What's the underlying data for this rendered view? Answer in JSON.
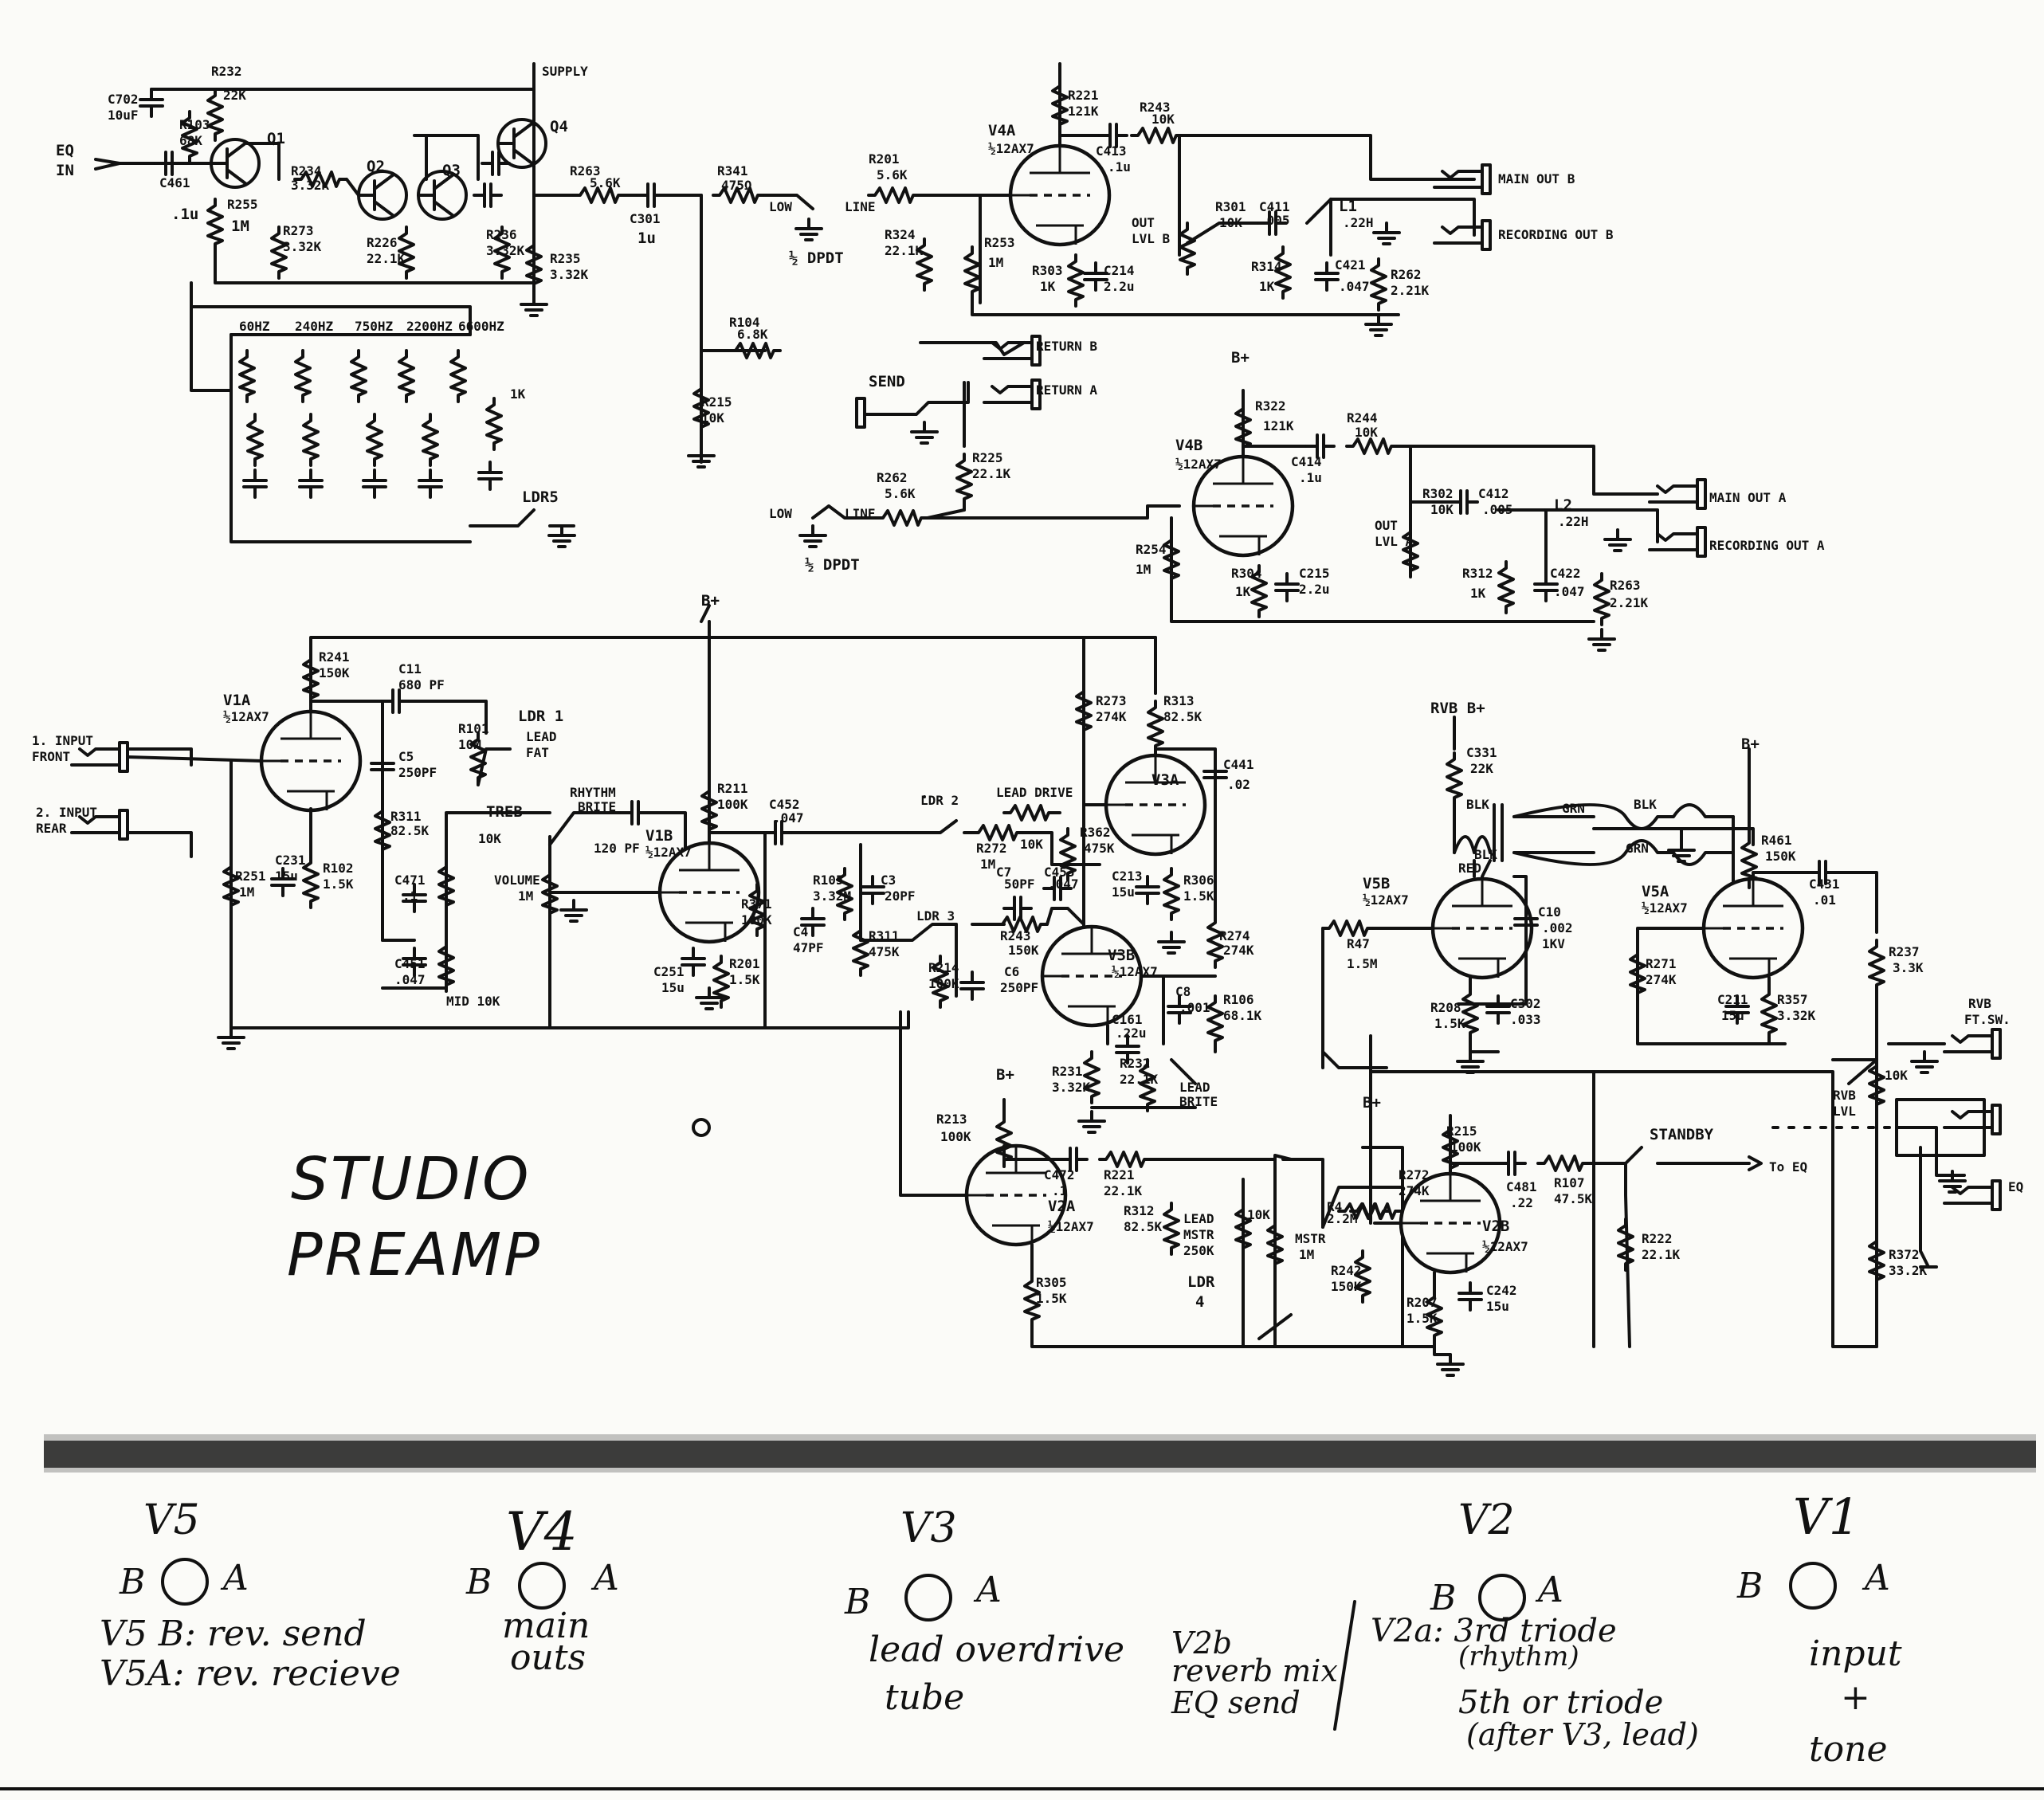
{
  "title_lines": [
    "STUDIO",
    "PREAMP"
  ],
  "top_labels": {
    "eq_in": [
      "EQ",
      "IN"
    ],
    "v4a": [
      "V4A",
      "½12AX7"
    ],
    "v4b": [
      "V4B",
      "½12AX7"
    ],
    "v1a": [
      "V1A",
      "½12AX7"
    ],
    "v1b": [
      "V1B",
      "½12AX7"
    ],
    "v3a": "V3A",
    "v3b": [
      "V3B",
      "½12AX7"
    ],
    "v2a": [
      "V2A",
      "½12AX7"
    ],
    "v2b": [
      "V2B",
      "½12AX7"
    ],
    "v5a": [
      "V5A",
      "½12AX7"
    ],
    "v5b": [
      "V5B",
      "½12AX7"
    ]
  },
  "transistors": [
    "Q1",
    "Q2",
    "Q3",
    "Q4"
  ],
  "jacks": {
    "main_out_b": "MAIN OUT B",
    "recording_out_b": "RECORDING OUT B",
    "main_out_a": "MAIN OUT A",
    "recording_out_a": "RECORDING OUT A",
    "return_b": "RETURN B",
    "return_a": "RETURN A",
    "send": "SEND",
    "input_front": [
      "1. INPUT",
      "FRONT"
    ],
    "input_rear": [
      "2. INPUT",
      "REAR"
    ],
    "rvb_ft_sw": [
      "RVB",
      "FT.SW."
    ],
    "fx_eq": "EQ"
  },
  "eq_bands": [
    "60HZ",
    "240HZ",
    "750HZ",
    "2200HZ",
    "6600HZ"
  ],
  "controls": {
    "treb": "TREB",
    "mid": "MID 10K",
    "volume": [
      "VOLUME",
      "1M"
    ],
    "lead_drive": "LEAD DRIVE",
    "lead_mstr": [
      "LEAD",
      "MSTR",
      "250K"
    ],
    "mstr": [
      "MSTR",
      "1M"
    ],
    "rvb_lvl": [
      "RVB",
      "LVL"
    ],
    "out_lvl_b": [
      "OUT",
      "LVL B"
    ],
    "out_lvl_a": [
      "OUT",
      "LVL A"
    ],
    "rhythm_bright": [
      "RHYTHM",
      "BRITE"
    ],
    "lead_bright": [
      "LEAD",
      "BRITE"
    ],
    "lead_fat": [
      "LEAD",
      "FAT"
    ],
    "standby": "STANDBY",
    "to_eq": "To EQ",
    "ldr1": "LDR 1",
    "ldr2": "LDR 2",
    "ldr3": "LDR 3",
    "ldr4": [
      "LDR",
      "4"
    ],
    "ldr5": "LDR5",
    "dpdt1": "½ DPDT",
    "dpdt2": "½ DPDT",
    "low": "LOW",
    "line": "LINE",
    "rvb_bplus": "RVB B+",
    "bplus": "B+",
    "supply": "SUPPLY"
  },
  "components": {
    "r232": [
      "R232",
      "22K"
    ],
    "r103": [
      "R103",
      "68K"
    ],
    "c702": [
      "C702",
      "10uF"
    ],
    "c461": [
      "C461",
      ".1u"
    ],
    "r255": [
      "R255",
      "1M"
    ],
    "r234": [
      "R234",
      "3.32K"
    ],
    "r273": [
      "R273",
      "3.32K"
    ],
    "r226": [
      "R226",
      "22.1K"
    ],
    "r236": [
      "R236",
      "3.32K"
    ],
    "r235": [
      "R235",
      "3.32K"
    ],
    "r263": [
      "R263",
      "5.6K"
    ],
    "c301": [
      "C301",
      "1u"
    ],
    "r341": [
      "R341",
      "475Ω"
    ],
    "r201": [
      "R201",
      "5.6K"
    ],
    "r324": [
      "R324",
      "22.1K"
    ],
    "r221": [
      "R221",
      "121K"
    ],
    "c413": [
      "C413",
      ".1u"
    ],
    "r243": [
      "R243",
      "10K"
    ],
    "r253": [
      "R253",
      "1M"
    ],
    "r303": [
      "R303",
      "1K"
    ],
    "c214": [
      "C214",
      "2.2u"
    ],
    "r301": [
      "R301",
      "10K"
    ],
    "c411": [
      "C411",
      ".005"
    ],
    "l1": [
      "L1",
      ".22H"
    ],
    "r314": [
      "R314",
      "1K"
    ],
    "c421": [
      "C421",
      ".047"
    ],
    "r262": [
      "R262",
      "2.21K"
    ],
    "r104": [
      "R104",
      "6.8K"
    ],
    "r215": [
      "R215",
      "10K"
    ],
    "r225": [
      "R225",
      "22.1K"
    ],
    "r262b": [
      "R262",
      "5.6K"
    ],
    "r322": [
      "R322",
      "121K"
    ],
    "c414": [
      "C414",
      ".1u"
    ],
    "r244": [
      "R244",
      "10K"
    ],
    "r254": [
      "R254",
      "1M"
    ],
    "r304": [
      "R304",
      "1K"
    ],
    "c215": [
      "C215",
      "2.2u"
    ],
    "r302": [
      "R302",
      "10K"
    ],
    "c412": [
      "C412",
      ".005"
    ],
    "l2": [
      "L2",
      ".22H"
    ],
    "r312": [
      "R312",
      "1K"
    ],
    "c422": [
      "C422",
      ".047"
    ],
    "r263b": [
      "R263",
      "2.21K"
    ],
    "r241": [
      "R241",
      "150K"
    ],
    "c11": [
      "C11",
      "680 PF"
    ],
    "r101": [
      "R101",
      "10M"
    ],
    "c5": [
      "C5",
      "250PF"
    ],
    "r311": [
      "R311",
      "82.5K"
    ],
    "c471": [
      "C471",
      ".1"
    ],
    "c451": [
      "C451",
      ".047"
    ],
    "r251": [
      "R251",
      "1M"
    ],
    "c231": [
      "C231",
      "15u"
    ],
    "r102": [
      "R102",
      "1.5K"
    ],
    "r211": [
      "R211",
      "100K"
    ],
    "c452": [
      "C452",
      ".047"
    ],
    "c120": [
      "120 PF"
    ],
    "c251": [
      "C251",
      "15u"
    ],
    "r201b": [
      "R201",
      "1.5K"
    ],
    "r371": [
      "R371",
      "100K"
    ],
    "r273b": [
      "R273",
      "274K"
    ],
    "r313": [
      "R313",
      "82.5K"
    ],
    "c441": [
      "C441",
      ".02"
    ],
    "r105": [
      "R105",
      "3.32M"
    ],
    "c3": [
      "C3",
      "20PF"
    ],
    "c4": [
      "C4",
      "47PF"
    ],
    "r311b": [
      "R311",
      "475K"
    ],
    "r272": [
      "R272",
      "1M"
    ],
    "r362": [
      "R362",
      "475K"
    ],
    "c213": [
      "C213",
      "15u"
    ],
    "r306": [
      "R306",
      "1.5K"
    ],
    "c7": [
      "C7",
      "50PF"
    ],
    "c453": [
      "C453",
      ".047"
    ],
    "r214": [
      "R214",
      "100K"
    ],
    "r243b": [
      "R243",
      "150K"
    ],
    "c6": [
      "C6",
      "250PF"
    ],
    "r274": [
      "R274",
      "274K"
    ],
    "c8": [
      "C8",
      ".001"
    ],
    "r106": [
      "R106",
      "68.1K"
    ],
    "c161": [
      "C161",
      ".22u"
    ],
    "r231": [
      "R231",
      "3.32K"
    ],
    "r232b": [
      "R232",
      "22.1K"
    ],
    "r213": [
      "R213",
      "100K"
    ],
    "c472": [
      "C472",
      ".1"
    ],
    "r221b": [
      "R221",
      "22.1K"
    ],
    "r312b": [
      "R312",
      "82.5K"
    ],
    "r305": [
      "R305",
      "1.5K"
    ],
    "r4": [
      "R4",
      "2.2M"
    ],
    "r242": [
      "R242",
      "150K"
    ],
    "r272b": [
      "R272",
      "274K"
    ],
    "r215b": [
      "R215",
      "100K"
    ],
    "c481": [
      "C481",
      ".22"
    ],
    "r107": [
      "R107",
      "47.5K"
    ],
    "r222": [
      "R222",
      "22.1K"
    ],
    "r207": [
      "R207",
      "1.5K"
    ],
    "c242": [
      "C242",
      "15u"
    ],
    "c331": [
      "C331",
      "22K"
    ],
    "r47": [
      "R47",
      "1.5M"
    ],
    "r208": [
      "R208",
      "1.5K"
    ],
    "c302": [
      "C302",
      ".033"
    ],
    "c10": [
      "C10",
      ".002",
      "1KV"
    ],
    "r271": [
      "R271",
      "274K"
    ],
    "c211": [
      "C211",
      "15u"
    ],
    "r357": [
      "R357",
      "3.32K"
    ],
    "r461": [
      "R461",
      "150K"
    ],
    "c431": [
      "C431",
      ".01"
    ],
    "r237": [
      "R237",
      "3.3K"
    ],
    "r372": [
      "R372",
      "33.2K"
    ],
    "rvb_lvl_pot": "10K",
    "blk": "BLK",
    "red": "RED",
    "grn": "GRN"
  },
  "tube_map": [
    {
      "tube": "V5",
      "b": "B",
      "a": "A",
      "notes": [
        "V5 B: rev. send",
        "V5A: rev. recieve"
      ]
    },
    {
      "tube": "V4",
      "b": "B",
      "a": "A",
      "notes": [
        "main",
        "outs"
      ]
    },
    {
      "tube": "V3",
      "b": "B",
      "a": "A",
      "notes": [
        "lead overdrive",
        "tube"
      ]
    },
    {
      "tube": "V2",
      "b": "B",
      "a": "A",
      "notes_b": [
        "V2b",
        "reverb mix",
        "EQ send"
      ],
      "notes_a": [
        "V2a: 3rd triode",
        "(rhythm)",
        "5th or triode",
        "(after V3, lead)"
      ]
    },
    {
      "tube": "V1",
      "b": "B",
      "a": "A",
      "notes": [
        "input",
        "+",
        "tone"
      ]
    }
  ]
}
